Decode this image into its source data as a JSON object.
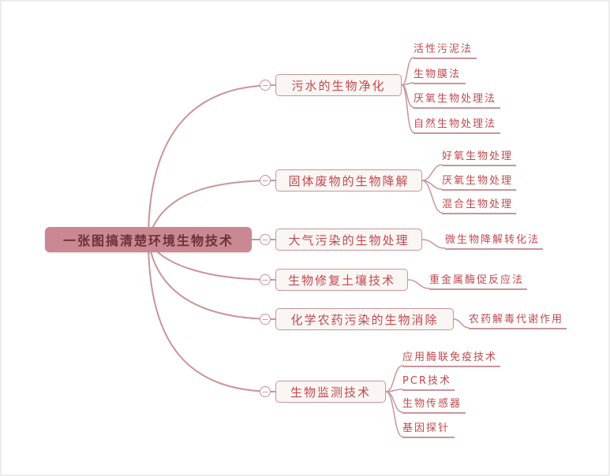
{
  "root": {
    "label": "一张图搞清楚环境生物技术"
  },
  "branches": [
    {
      "label": "污水的生物净化",
      "children": [
        {
          "label": "活性污泥法"
        },
        {
          "label": "生物膜法"
        },
        {
          "label": "厌氧生物处理法"
        },
        {
          "label": "自然生物处理法"
        }
      ]
    },
    {
      "label": "固体废物的生物降解",
      "children": [
        {
          "label": "好氧生物处理"
        },
        {
          "label": "厌氧生物处理"
        },
        {
          "label": "混合生物处理"
        }
      ]
    },
    {
      "label": "大气污染的生物处理",
      "children": [
        {
          "label": "微生物降解转化法"
        }
      ]
    },
    {
      "label": "生物修复土壤技术",
      "children": [
        {
          "label": "重金属酶促反应法"
        }
      ]
    },
    {
      "label": "化学农药污染的生物消除",
      "children": [
        {
          "label": "农药解毒代谢作用"
        }
      ]
    },
    {
      "label": "生物监测技术",
      "children": [
        {
          "label": "应用酶联免疫技术"
        },
        {
          "label": "PCR技术"
        },
        {
          "label": "生物传感器"
        },
        {
          "label": "基因探针"
        }
      ]
    }
  ],
  "ui": {
    "collapse_glyph": "−"
  },
  "colors": {
    "accent_line": "#c9949c",
    "root_fill": "#c98892",
    "root_text": "#6d3138",
    "node_text": "#c4484e",
    "branch_bg": "#faf6f4",
    "canvas_border": "#ececec"
  }
}
